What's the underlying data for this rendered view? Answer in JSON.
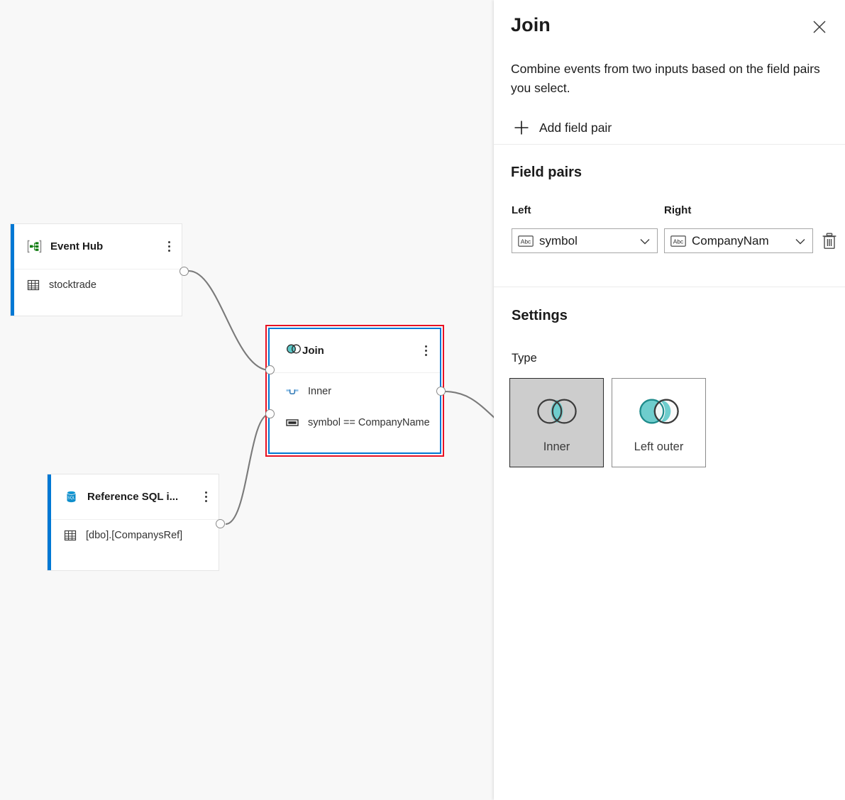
{
  "canvas": {
    "background": "#f8f8f8",
    "nodes": [
      {
        "id": "eventhub",
        "title": "Event Hub",
        "icon": "event-hub-icon",
        "accent_color": "#0078d4",
        "rows": [
          {
            "icon": "table-icon",
            "label": "stocktrade"
          }
        ],
        "kebab_label": "More options"
      },
      {
        "id": "refsql",
        "title": "Reference SQL i...",
        "icon": "sql-database-icon",
        "accent_color": "#0078d4",
        "rows": [
          {
            "icon": "table-icon",
            "label": "[dbo].[CompanysRef]"
          }
        ],
        "kebab_label": "More options"
      },
      {
        "id": "join",
        "title": "Join",
        "icon": "join-venn-icon",
        "selected": true,
        "selection_color": "#e81123",
        "border_color": "#0078d4",
        "rows": [
          {
            "icon": "join-type-icon",
            "label": "Inner"
          },
          {
            "icon": "field-condition-icon",
            "label": "symbol == CompanyName"
          }
        ],
        "kebab_label": "More options"
      }
    ]
  },
  "panel": {
    "title": "Join",
    "close_label": "Close",
    "description": "Combine events from two inputs based on the field pairs you select.",
    "add_field_pair_label": "Add field pair",
    "field_pairs": {
      "heading": "Field pairs",
      "columns": {
        "left": "Left",
        "right": "Right"
      },
      "rows": [
        {
          "left_value": "symbol",
          "left_type_icon": "abc-string-icon",
          "right_value": "CompanyNam",
          "right_type_icon": "abc-string-icon",
          "delete_label": "Delete field pair"
        }
      ]
    },
    "settings": {
      "heading": "Settings",
      "type_label": "Type",
      "selected_type": "Inner",
      "accent_color": "#5ec8c8",
      "types": [
        {
          "id": "inner",
          "label": "Inner",
          "icon": "venn-inner-icon",
          "selected": true
        },
        {
          "id": "left-outer",
          "label": "Left outer",
          "icon": "venn-left-outer-icon",
          "selected": false
        }
      ]
    }
  }
}
